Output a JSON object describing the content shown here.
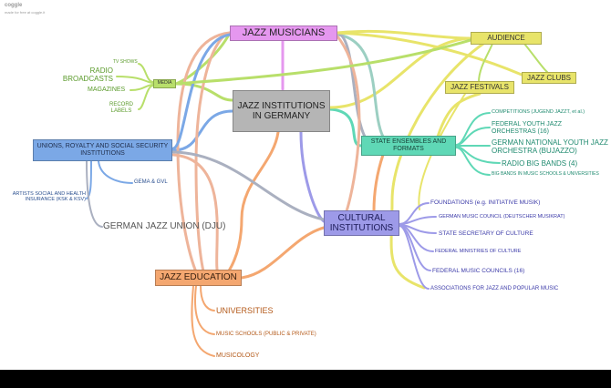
{
  "watermark": {
    "brand": "coggle",
    "tagline": "made for free at coggle.it"
  },
  "nodes": {
    "center": "JAZZ INSTITUTIONS IN GERMANY",
    "jazz_musicians": "JAZZ MUSICIANS",
    "audience": "AUDIENCE",
    "jazz_clubs": "JAZZ CLUBS",
    "jazz_festivals": "JAZZ FESTIVALS",
    "media": "MEDIA",
    "tv_shows": "TV SHOWS",
    "radio_broadcasts": "RADIO BROADCASTS",
    "magazines": "MAGAZINES",
    "record_labels": "RECORD LABELS",
    "unions": "UNIONS, ROYALTY AND SOCIAL SECURITY INSTITUTIONS",
    "gema": "GEMA & GVL",
    "artists_insurance": "ARTISTS SOCIAL AND HEALTH INSURANCE (KSK & KSV)",
    "german_jazz_union": "GERMAN JAZZ UNION (DJU)",
    "state_ensembles": "STATE ENSEMBLES AND FORMATS",
    "competitions": "COMPETITIONS (JUGEND JAZZT, et al.)",
    "federal_youth": "FEDERAL YOUTH JAZZ ORCHESTRAS (16)",
    "bujazzo": "GERMAN NATIONAL YOUTH JAZZ ORCHESTRA (BUJAZZO)",
    "radio_big_bands": "RADIO BIG BANDS (4)",
    "big_bands_schools": "BIG BANDS IN MUSIC SCHOOLS & UNIVERSITIES",
    "cultural": "CULTURAL INSTITUTIONS",
    "foundations": "FOUNDATIONS (e.g. INITIATIVE MUSIK)",
    "music_council": "GERMAN MUSIC COUNCIL (DEUTSCHER MUSIKRAT)",
    "state_secretary": "STATE SECRETARY OF CULTURE",
    "federal_ministries": "FEDERAL MINISTRIES OF CULTURE",
    "federal_councils": "FEDERAL MUSIC COUNCILS (16)",
    "associations": "ASSOCIATIONS FOR JAZZ AND POPULAR MUSIC",
    "jazz_education": "JAZZ EDUCATION",
    "universities": "UNIVERSITIES",
    "music_schools": "MUSIC SCHOOLS (PUBLIC & PRIVATE)",
    "musicology": "MUSICOLOGY"
  },
  "colors": {
    "musicians": "#e597ef",
    "center": "#b5b5b5",
    "audience": "#e8e46a",
    "media": "#b8df6a",
    "media_text": "#5a9a2a",
    "unions": "#7ba8e6",
    "unions_text": "#2a4f8f",
    "union_dju": "#666666",
    "state": "#5fd8b6",
    "state_text": "#1f8a6f",
    "cultural": "#9d9ae8",
    "cultural_text": "#3b3aa8",
    "education": "#f4a770",
    "education_text": "#b45a1a",
    "link_salmon": "#eeb49a",
    "link_grey": "#aab0c0",
    "link_teal": "#9ccfc2"
  }
}
